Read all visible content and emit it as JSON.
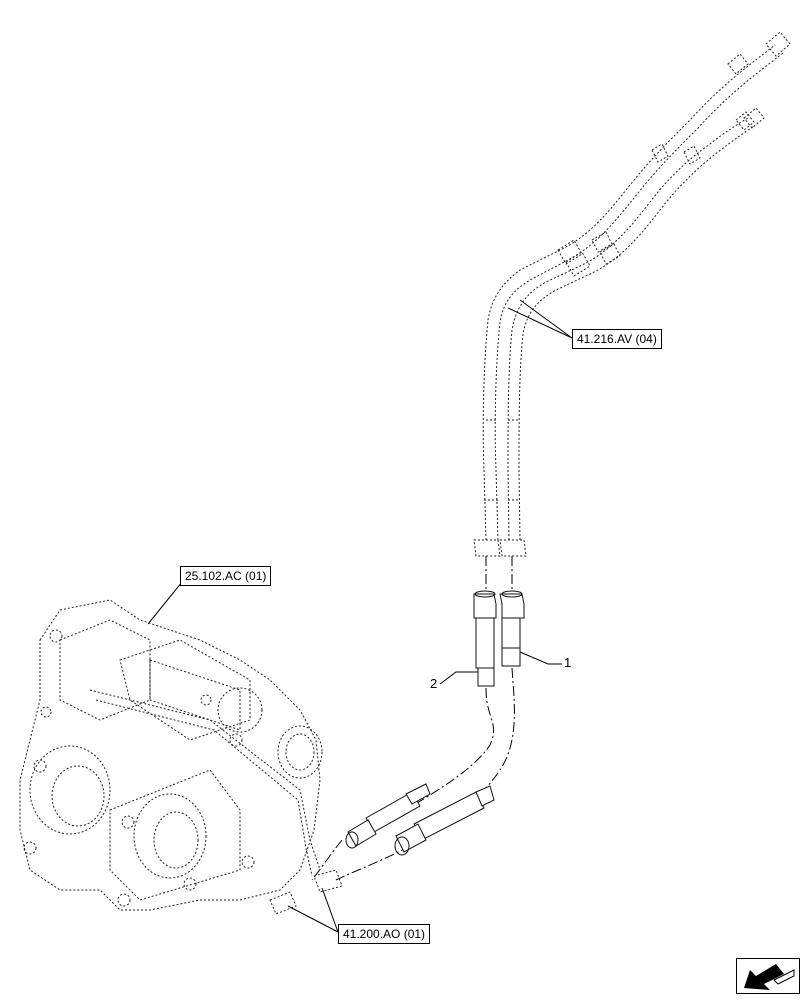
{
  "references": {
    "hose_group": "41.216.AV (04)",
    "valve_body": "25.102.AC (01)",
    "fittings": "41.200.AO (01)"
  },
  "callouts": {
    "part_1": "1",
    "part_2": "2"
  },
  "icons": {
    "nav": "return-arrow-icon"
  }
}
